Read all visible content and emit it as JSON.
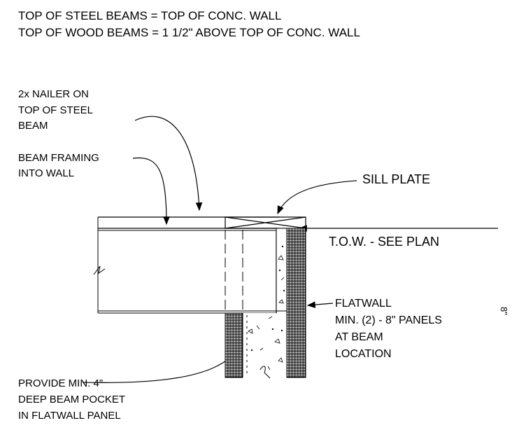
{
  "notes": {
    "line1": "TOP OF STEEL BEAMS = TOP OF CONC. WALL",
    "line2": "TOP OF WOOD BEAMS = 1 1/2\" ABOVE TOP OF CONC. WALL"
  },
  "labels": {
    "nailer": [
      "2x NAILER ON",
      "TOP OF STEEL",
      "BEAM"
    ],
    "beam_framing": [
      "BEAM FRAMING",
      "INTO WALL"
    ],
    "sill_plate": "SILL PLATE",
    "tow": "T.O.W. - SEE PLAN",
    "flatwall": [
      "FLATWALL",
      "MIN. (2) - 8\" PANELS",
      "AT BEAM",
      "LOCATION"
    ],
    "pocket": [
      "PROVIDE MIN. 4\"",
      "DEEP BEAM POCKET",
      "IN FLATWALL PANEL"
    ],
    "edge_mark": "8\""
  },
  "colors": {
    "line": "#000000",
    "background": "#ffffff"
  }
}
